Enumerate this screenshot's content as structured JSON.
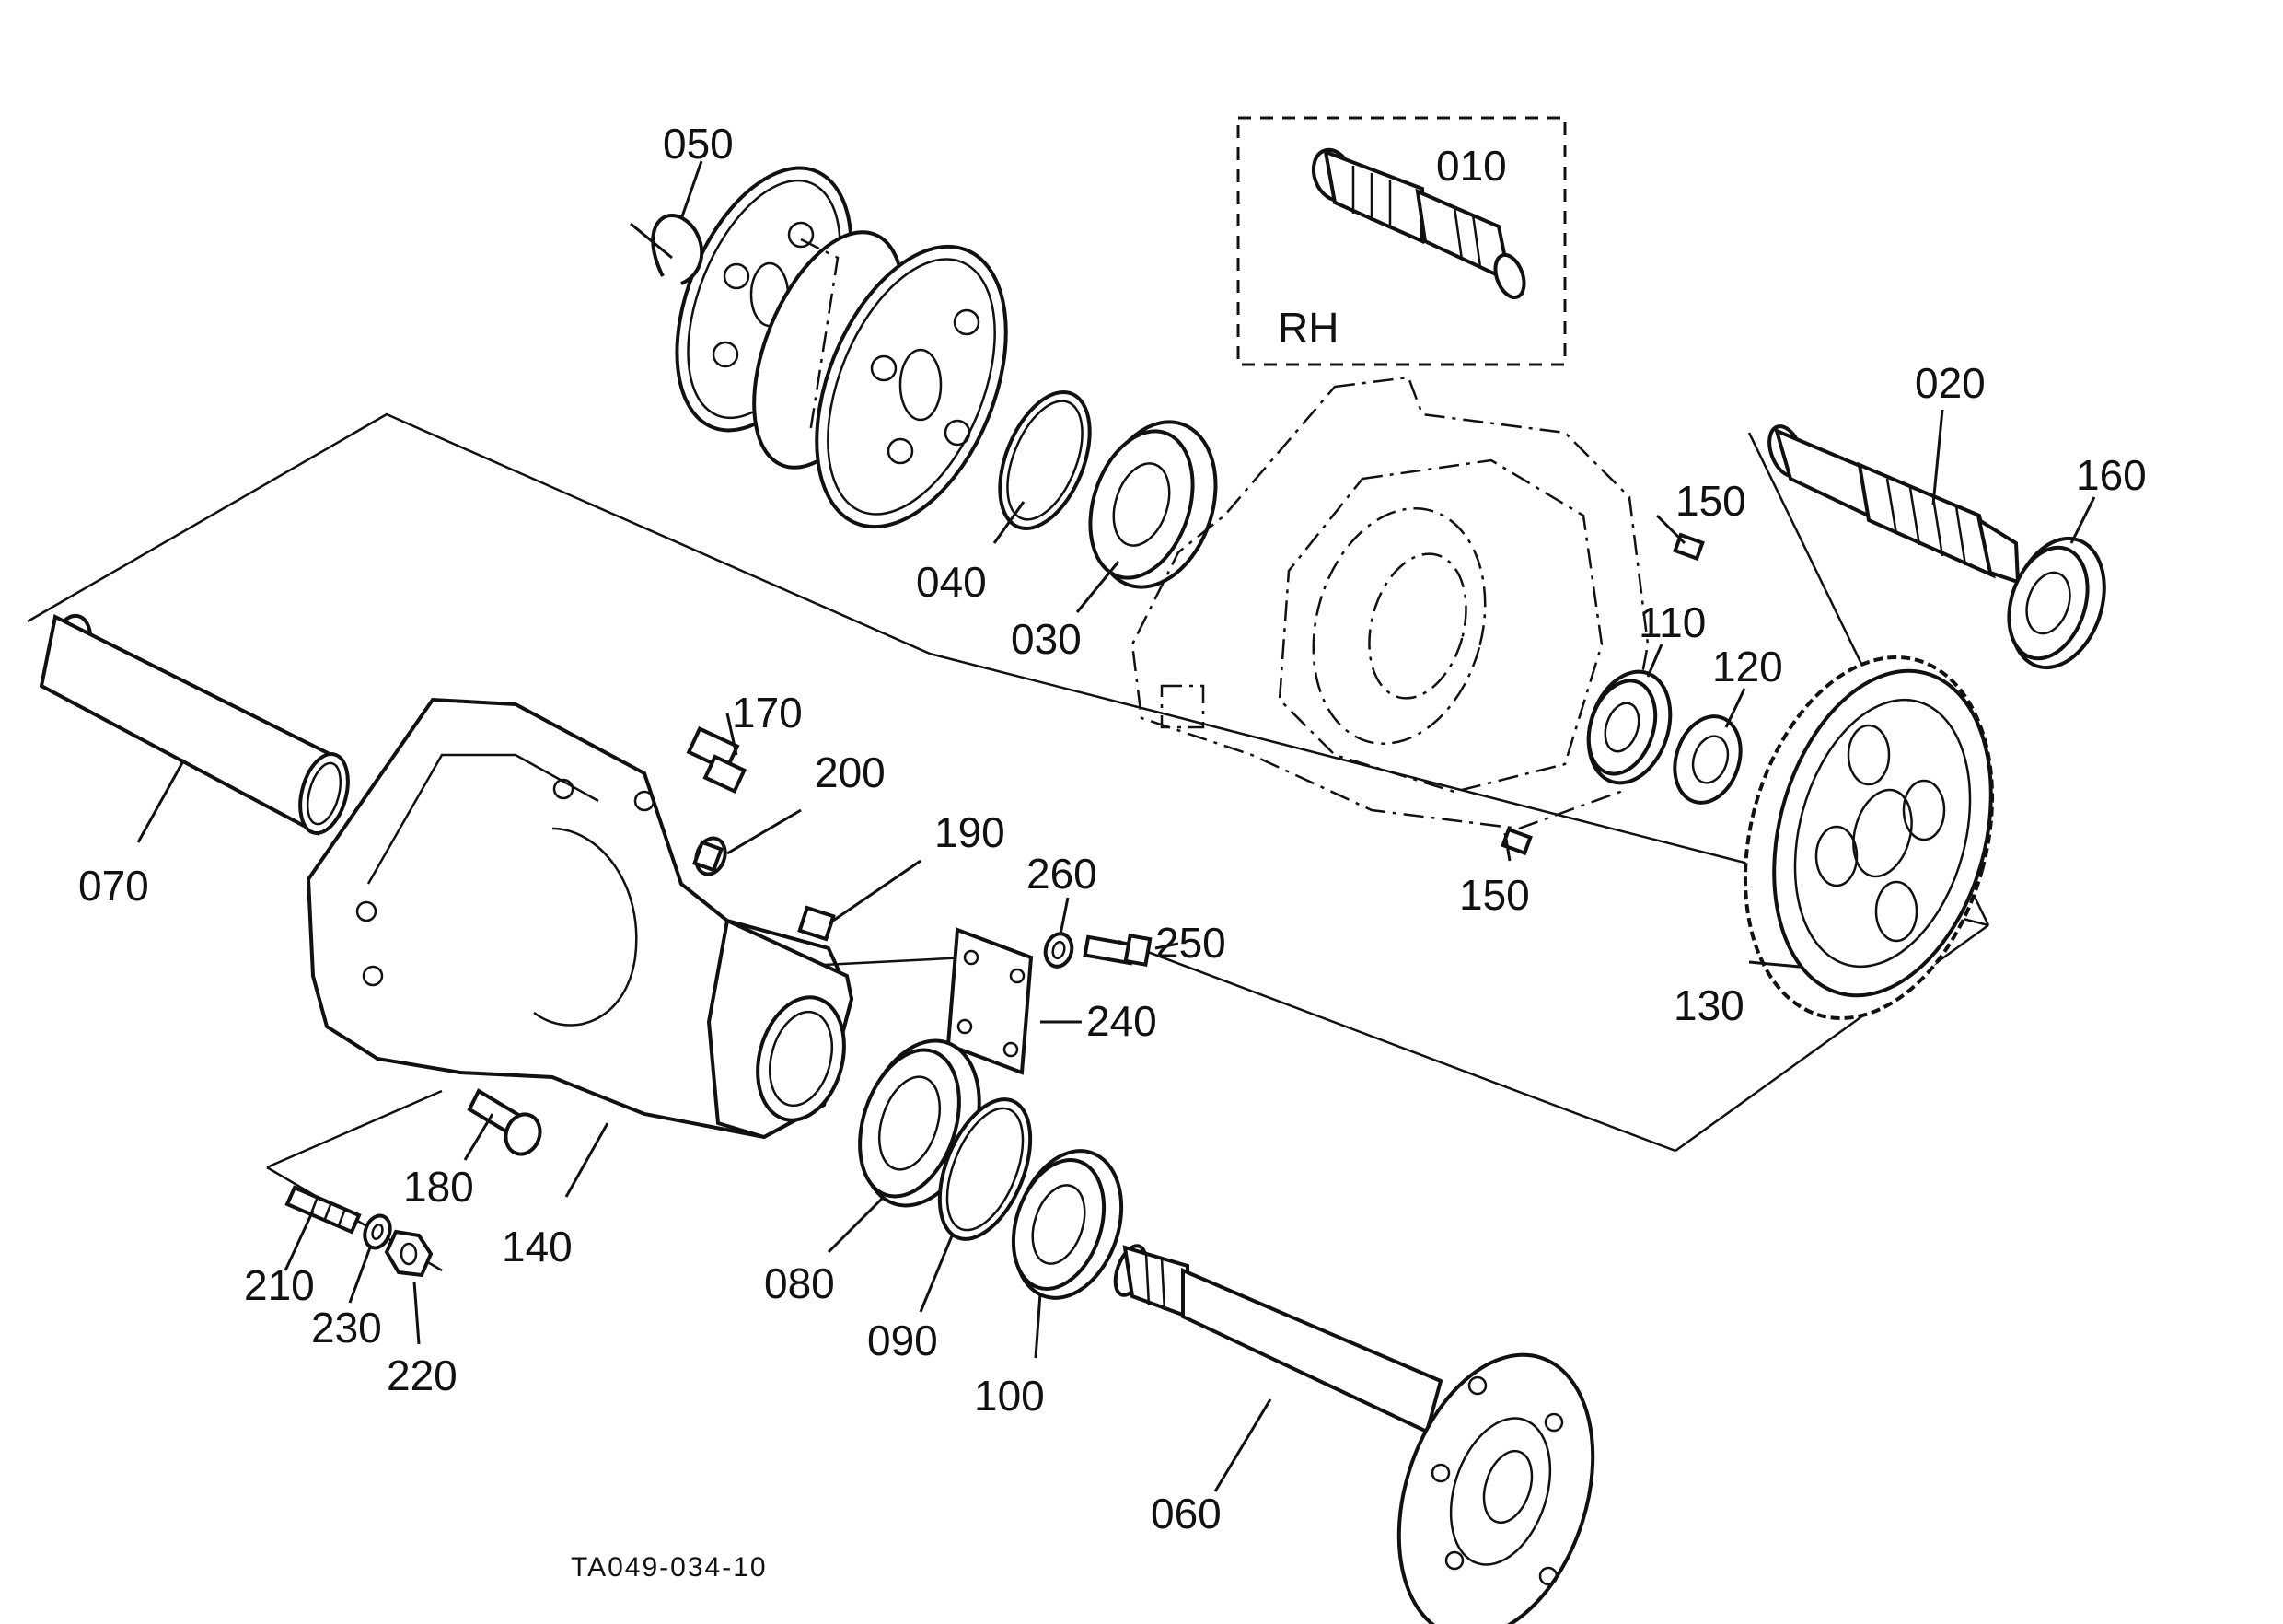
{
  "diagram": {
    "drawing_code": "TA049-034-10",
    "inset_label": "RH",
    "parts": {
      "p010": "010",
      "p020": "020",
      "p030": "030",
      "p040": "040",
      "p050": "050",
      "p060": "060",
      "p070": "070",
      "p080": "080",
      "p090": "090",
      "p100": "100",
      "p110": "110",
      "p120": "120",
      "p130": "130",
      "p140": "140",
      "p150a": "150",
      "p150b": "150",
      "p160": "160",
      "p170": "170",
      "p180": "180",
      "p190": "190",
      "p200": "200",
      "p210": "210",
      "p220": "220",
      "p230": "230",
      "p240": "240",
      "p250": "250",
      "p260": "260"
    }
  }
}
